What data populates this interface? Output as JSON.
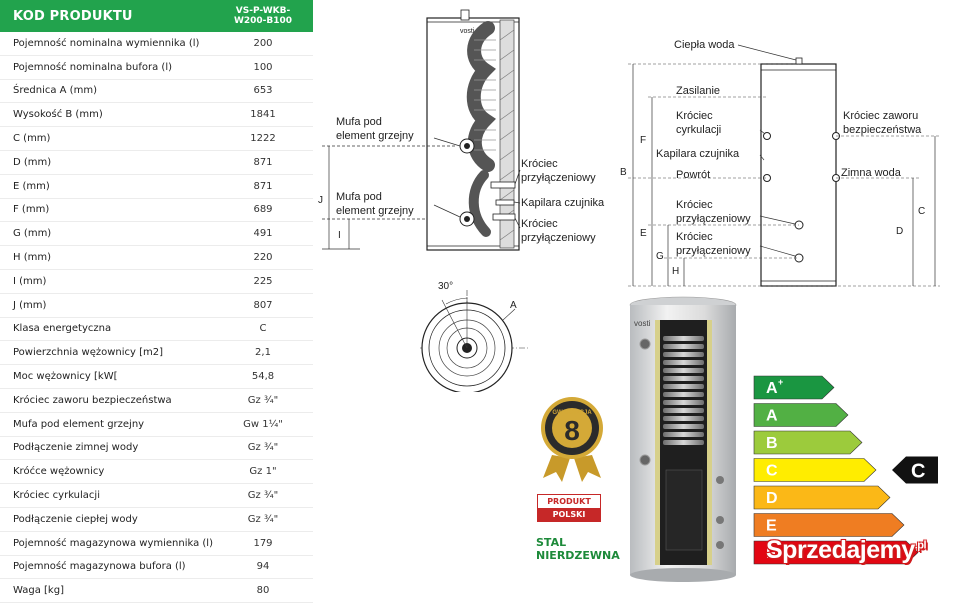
{
  "table": {
    "header_label": "KOD PRODUKTU",
    "header_code_line1": "VS-P-WKB-",
    "header_code_line2": "W200-B100",
    "rows": [
      {
        "name": "Pojemność nominalna wymiennika (l)",
        "value": "200"
      },
      {
        "name": "Pojemność nominalna bufora (l)",
        "value": "100"
      },
      {
        "name": "Średnica A (mm)",
        "value": "653"
      },
      {
        "name": "Wysokość B (mm)",
        "value": "1841"
      },
      {
        "name": "C (mm)",
        "value": "1222"
      },
      {
        "name": "D (mm)",
        "value": "871"
      },
      {
        "name": "E (mm)",
        "value": "871"
      },
      {
        "name": "F (mm)",
        "value": "689"
      },
      {
        "name": "G (mm)",
        "value": "491"
      },
      {
        "name": "H (mm)",
        "value": "220"
      },
      {
        "name": "I (mm)",
        "value": "225"
      },
      {
        "name": "J (mm)",
        "value": "807"
      },
      {
        "name": "Klasa energetyczna",
        "value": "C"
      },
      {
        "name": "Powierzchnia wężownicy  [m2]",
        "value": "2,1"
      },
      {
        "name": "Moc wężownicy [kW[",
        "value": "54,8"
      },
      {
        "name": "Króciec zaworu bezpieczeństwa",
        "value": "Gz ¾\""
      },
      {
        "name": "Mufa pod element grzejny",
        "value": "Gw 1¼\""
      },
      {
        "name": "Podłączenie zimnej wody",
        "value": "Gz ¾\""
      },
      {
        "name": "Króćce wężownicy",
        "value": "Gz 1\""
      },
      {
        "name": "Króciec cyrkulacji",
        "value": "Gz ¾\""
      },
      {
        "name": "Podłączenie ciepłej wody",
        "value": "Gz ¾\""
      },
      {
        "name": "Pojemność magazynowa wymiennika (l)",
        "value": "179"
      },
      {
        "name": "Pojemność magazynowa bufora (l)",
        "value": "94"
      },
      {
        "name": "Waga [kg]",
        "value": "80"
      }
    ]
  },
  "section_diagram": {
    "brand": "vosti",
    "mufa_top_line1": "Mufa pod",
    "mufa_top_line2": "element grzejny",
    "mufa_bottom_line1": "Mufa pod",
    "mufa_bottom_line2": "element grzejny",
    "krociec_top_line1": "Króciec",
    "krociec_top_line2": "przyłączeniowy",
    "kapilara": "Kapilara czujnika",
    "krociec_bottom_line1": "Króciec",
    "krociec_bottom_line2": "przyłączeniowy",
    "dim_j": "J",
    "dim_i": "I"
  },
  "top_view": {
    "angle": "30°",
    "dim_a": "A"
  },
  "side_diagram": {
    "ciepla_woda": "Ciepła woda",
    "zasilanie": "Zasilanie",
    "krociec_cyrkulacji_line1": "Króciec",
    "krociec_cyrkulacji_line2": "cyrkulacji",
    "krociec_zaworu_line1": "Króciec zaworu",
    "krociec_zaworu_line2": "bezpieczeństwa",
    "kapilara": "Kapilara czujnika",
    "powrot": "Powrót",
    "zimna_woda": "Zimna woda",
    "krociec_a_line1": "Króciec",
    "krociec_a_line2": "przyłączeniowy",
    "krociec_b_line1": "Króciec",
    "krociec_b_line2": "przyłączeniowy",
    "dims": {
      "b": "B",
      "f": "F",
      "e": "E",
      "g": "G",
      "h": "H",
      "c": "C",
      "d": "D"
    }
  },
  "product": {
    "brand": "vosti"
  },
  "badges": {
    "gwarancja_word": "GWARANCJA",
    "gwarancja_years": "8",
    "gwarancja_lat": "LAT",
    "produkt_line1": "PRODUKT",
    "produkt_line2": "POLSKI",
    "stal_line1": "STAL",
    "stal_line2": "NIERDZEWNA"
  },
  "energy_label": {
    "classes": [
      {
        "label": "A",
        "sup": "+",
        "color": "#1a9641"
      },
      {
        "label": "A",
        "sup": "",
        "color": "#52b044"
      },
      {
        "label": "B",
        "sup": "",
        "color": "#9ccb3c"
      },
      {
        "label": "C",
        "sup": "",
        "color": "#ffed00"
      },
      {
        "label": "D",
        "sup": "",
        "color": "#fbb817"
      },
      {
        "label": "E",
        "sup": "",
        "color": "#ef7d22"
      },
      {
        "label": "F",
        "sup": "",
        "color": "#e30613"
      }
    ],
    "selected": "C"
  },
  "watermark": {
    "text": "Sprzedajemy",
    "suffix": ".pl"
  }
}
